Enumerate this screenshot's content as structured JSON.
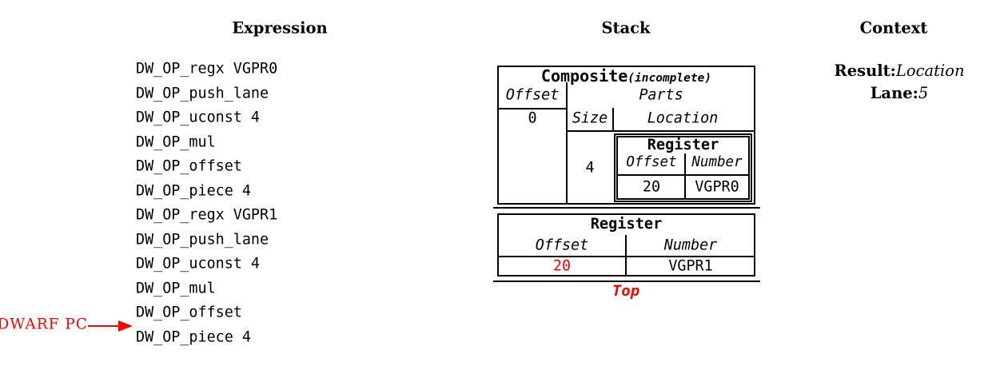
{
  "headers": {
    "expression": "Expression",
    "stack": "Stack",
    "context": "Context"
  },
  "expression": {
    "ops": [
      "DW_OP_regx VGPR0",
      "DW_OP_push_lane",
      "DW_OP_uconst 4",
      "DW_OP_mul",
      "DW_OP_offset",
      "DW_OP_piece 4",
      "DW_OP_regx VGPR1",
      "DW_OP_push_lane",
      "DW_OP_uconst 4",
      "DW_OP_mul",
      "DW_OP_offset",
      "DW_OP_piece 4"
    ],
    "pc_label": "DWARF PC"
  },
  "stack": {
    "composite": {
      "title": "Composite",
      "qualifier": "(incomplete)",
      "offset_header": "Offset",
      "offset_value": "0",
      "parts_header": "Parts",
      "size_header": "Size",
      "location_header": "Location",
      "size_value": "4",
      "register": {
        "title": "Register",
        "offset_header": "Offset",
        "number_header": "Number",
        "offset_value": "20",
        "number_value": "VGPR0"
      }
    },
    "register": {
      "title": "Register",
      "offset_header": "Offset",
      "number_header": "Number",
      "offset_value": "20",
      "number_value": "VGPR1"
    },
    "top_label": "Top"
  },
  "context": {
    "result_label": "Result:",
    "result_value": "Location",
    "lane_label": "Lane:",
    "lane_value": "5"
  },
  "colors": {
    "accent_red": "#ff0000",
    "ink": "#000000"
  }
}
